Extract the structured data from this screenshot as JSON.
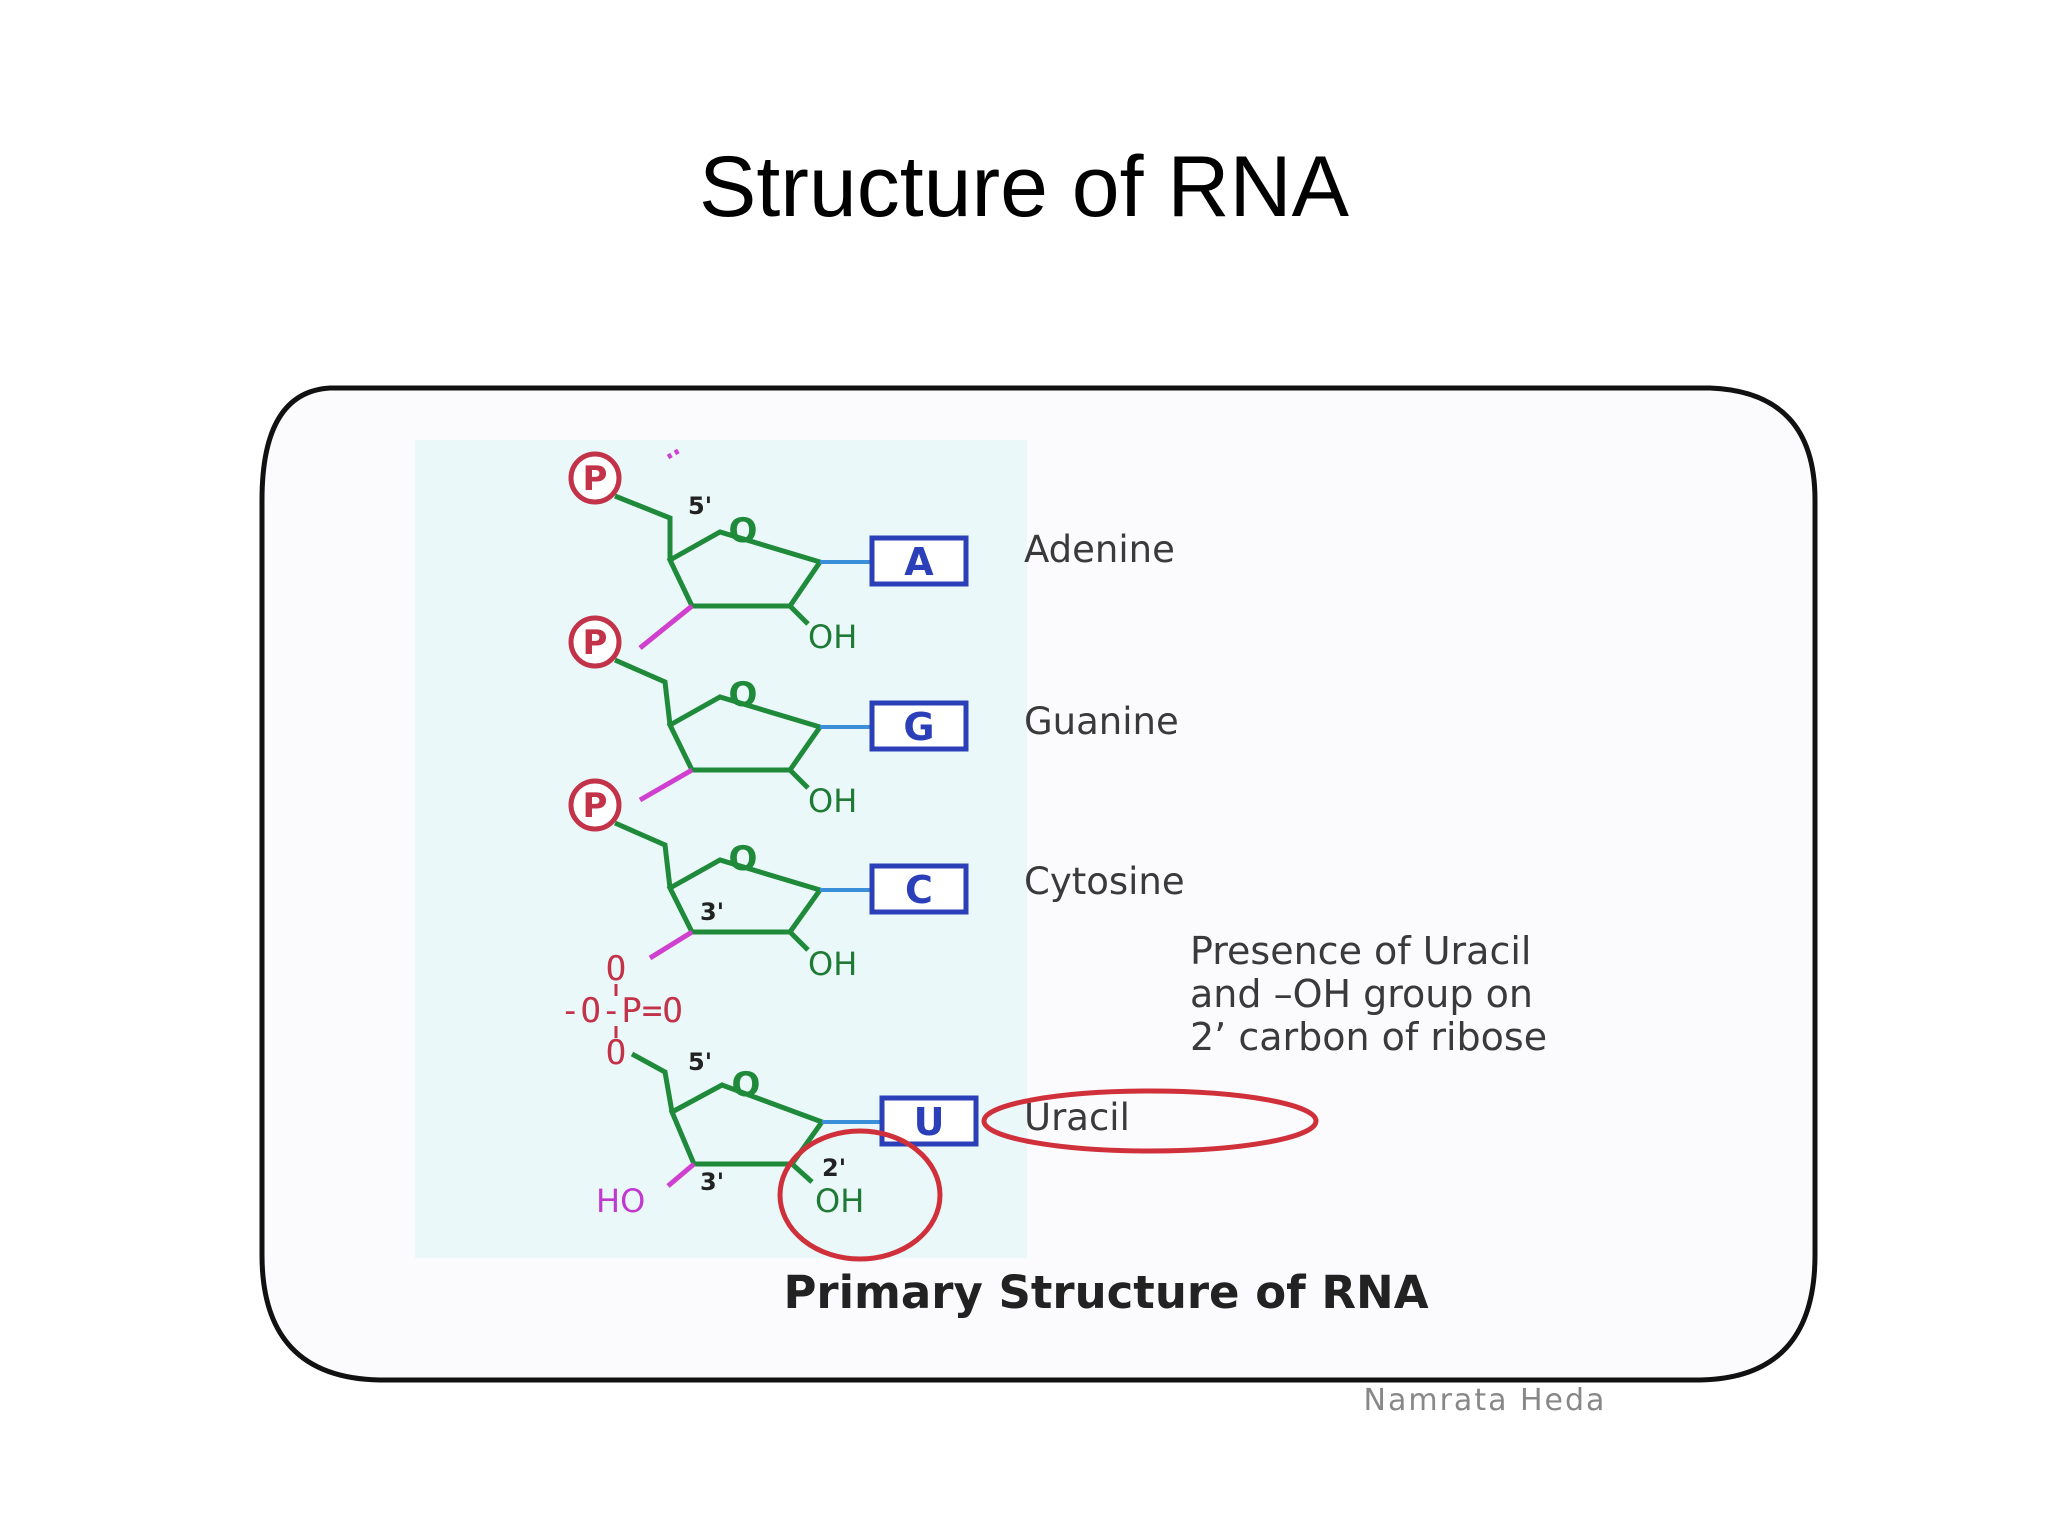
{
  "title": "Structure of RNA",
  "figure": {
    "caption": "Primary Structure of RNA",
    "credit": "Namrata Heda",
    "nucleotides": [
      {
        "base_letter": "A",
        "base_name": "Adenine",
        "ring_oxygen": "O",
        "hydroxyl": "OH",
        "phosphate": "P"
      },
      {
        "base_letter": "G",
        "base_name": "Guanine",
        "ring_oxygen": "O",
        "hydroxyl": "OH",
        "phosphate": "P"
      },
      {
        "base_letter": "C",
        "base_name": "Cytosine",
        "ring_oxygen": "O",
        "hydroxyl": "OH",
        "phosphate": "P"
      },
      {
        "base_letter": "U",
        "base_name": "Uracil",
        "ring_oxygen": "O",
        "hydroxyl": "OH"
      }
    ],
    "position_labels": {
      "five_prime": "5'",
      "three_prime": "3'",
      "two_prime": "2'"
    },
    "phosphodiester": {
      "top": "O",
      "middle": "-O-P=O",
      "bottom": "O"
    },
    "terminal_hydroxyl": "HO",
    "note_lines": [
      "Presence of Uracil",
      "and –OH group on",
      "2’ carbon of ribose"
    ],
    "colors": {
      "backbone": "#1f8a3a",
      "phosphate": "#c2334a",
      "base_box": "#2a3fb8",
      "highlight": "#d0303a",
      "panel": "#eaf8fa"
    }
  }
}
